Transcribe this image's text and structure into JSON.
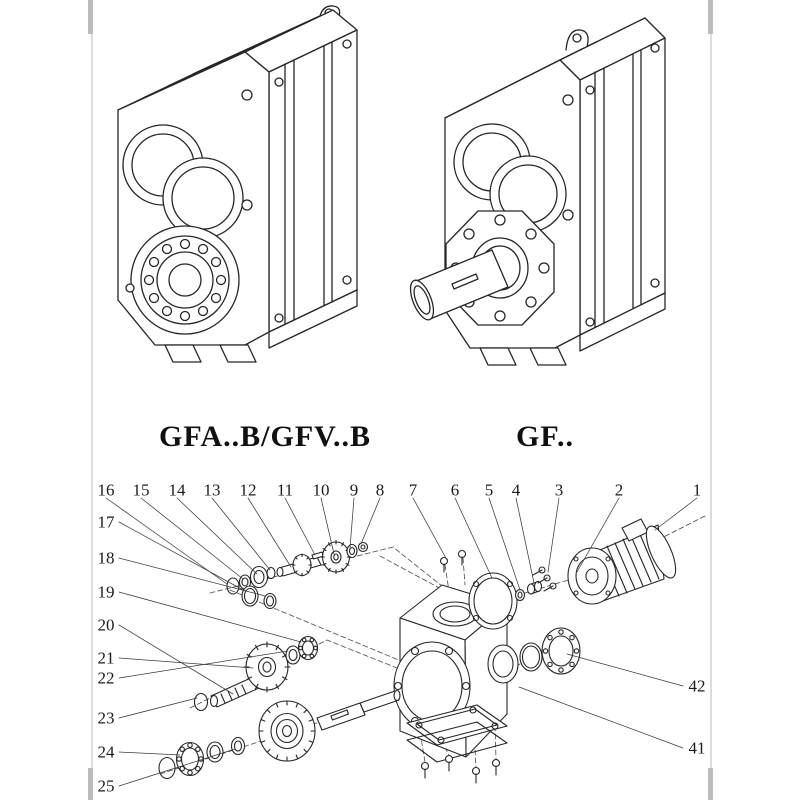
{
  "page": {
    "background": "#ffffff",
    "line_color": "#262626"
  },
  "products": {
    "left": {
      "label": "GFA..B/GFV..B"
    },
    "right": {
      "label": "GF.."
    }
  },
  "exploded": {
    "top_row": [
      "16",
      "15",
      "14",
      "13",
      "12",
      "11",
      "10",
      "9",
      "8",
      "7",
      "6",
      "5",
      "4",
      "3",
      "2",
      "1"
    ],
    "left_column": [
      "17",
      "18",
      "19",
      "20",
      "21",
      "22",
      "23",
      "24",
      "25"
    ],
    "right_column": [
      "42",
      "41"
    ]
  }
}
